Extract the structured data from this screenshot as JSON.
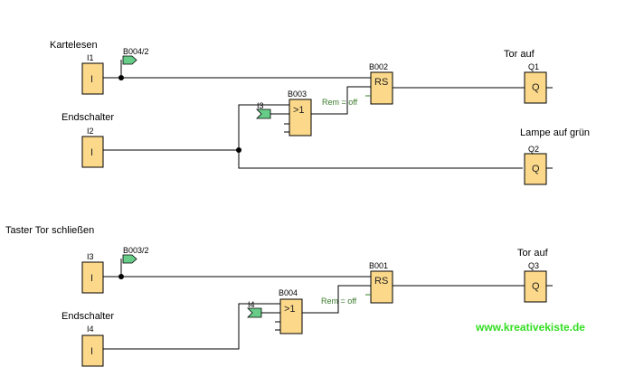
{
  "circuit_1": {
    "inputs": [
      {
        "id": "I1",
        "label": "Kartelesen",
        "glyph": "I"
      },
      {
        "id": "I2",
        "label": "Endschalter",
        "glyph": "I"
      }
    ],
    "connector_flag": "B004/2",
    "or_block": {
      "id": "B003",
      "glyph": ">1",
      "connector_flag": "I3"
    },
    "rs_block": {
      "id": "B002",
      "glyph": "RS",
      "remanence": "Rem = off"
    },
    "outputs": [
      {
        "id": "Q1",
        "label": "Tor auf",
        "glyph": "Q"
      },
      {
        "id": "Q2",
        "label": "Lampe auf grün",
        "glyph": "Q"
      }
    ]
  },
  "circuit_2": {
    "title": "Taster Tor schließen",
    "inputs": [
      {
        "id": "I3",
        "label": "",
        "glyph": "I"
      },
      {
        "id": "I4",
        "label": "Endschalter",
        "glyph": "I"
      }
    ],
    "connector_flag": "B003/2",
    "or_block": {
      "id": "B004",
      "glyph": ">1",
      "connector_flag": "I4"
    },
    "rs_block": {
      "id": "B001",
      "glyph": "RS",
      "remanence": "Rem = off"
    },
    "outputs": [
      {
        "id": "Q3",
        "label": "Tor auf",
        "glyph": "Q"
      }
    ]
  },
  "watermark": "www.kreativekiste.de"
}
